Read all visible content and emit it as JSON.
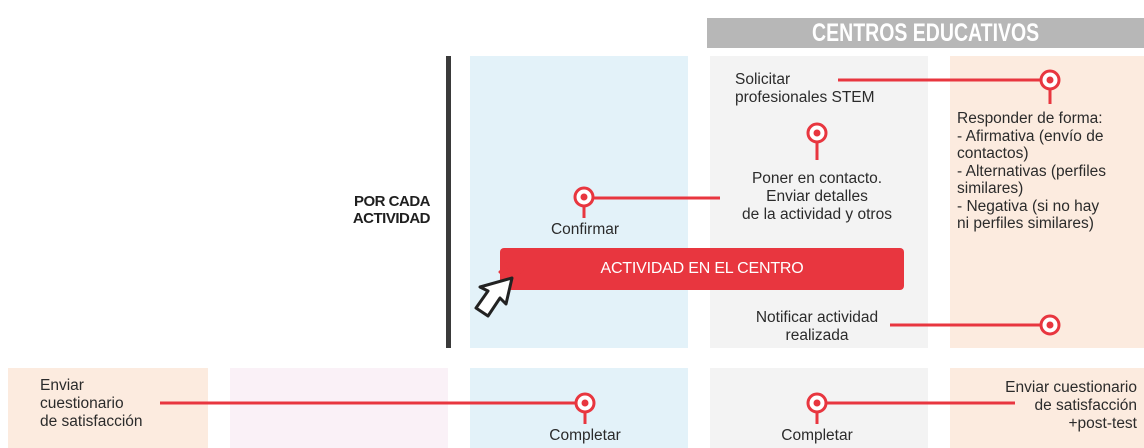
{
  "header": {
    "title": "CENTROS EDUCATIVOS"
  },
  "section": {
    "label_line1": "POR CADA",
    "label_line2": "ACTIVIDAD"
  },
  "steps": {
    "solicitar_line1": "Solicitar",
    "solicitar_line2": "profesionales STEM",
    "responder_line1": "Responder de forma:",
    "responder_line2": "- Afirmativa (envío de",
    "responder_line3": "contactos)",
    "responder_line4": "- Alternativas (perfiles",
    "responder_line5": "similares)",
    "responder_line6": "- Negativa (si no hay",
    "responder_line7": "ni perfiles similares)",
    "poner_line1": "Poner en contacto.",
    "poner_line2": "Enviar detalles",
    "poner_line3": "de la actividad y otros",
    "confirmar": "Confirmar",
    "activity": "ACTIVIDAD EN EL CENTRO",
    "notificar_line1": "Notificar actividad",
    "notificar_line2": "realizada",
    "enviar_left_line1": "Enviar",
    "enviar_left_line2": "cuestionario",
    "enviar_left_line3": "de satisfacción",
    "completar_blue": "Completar",
    "completar_gray": "Completar",
    "enviar_right_line1": "Enviar cuestionario",
    "enviar_right_line2": "de satisfacción",
    "enviar_right_line3": "+post-test"
  },
  "colors": {
    "accent_red": "#e8363f",
    "header_gray": "#b7b7b7",
    "col_blue": "#e3f2f9",
    "col_gray": "#f3f3f3",
    "col_peach": "#fcebdf",
    "col_pink": "#faf1f7"
  },
  "icons": {
    "pin": "location-pin-icon",
    "pointer": "hand-pointer-icon"
  }
}
